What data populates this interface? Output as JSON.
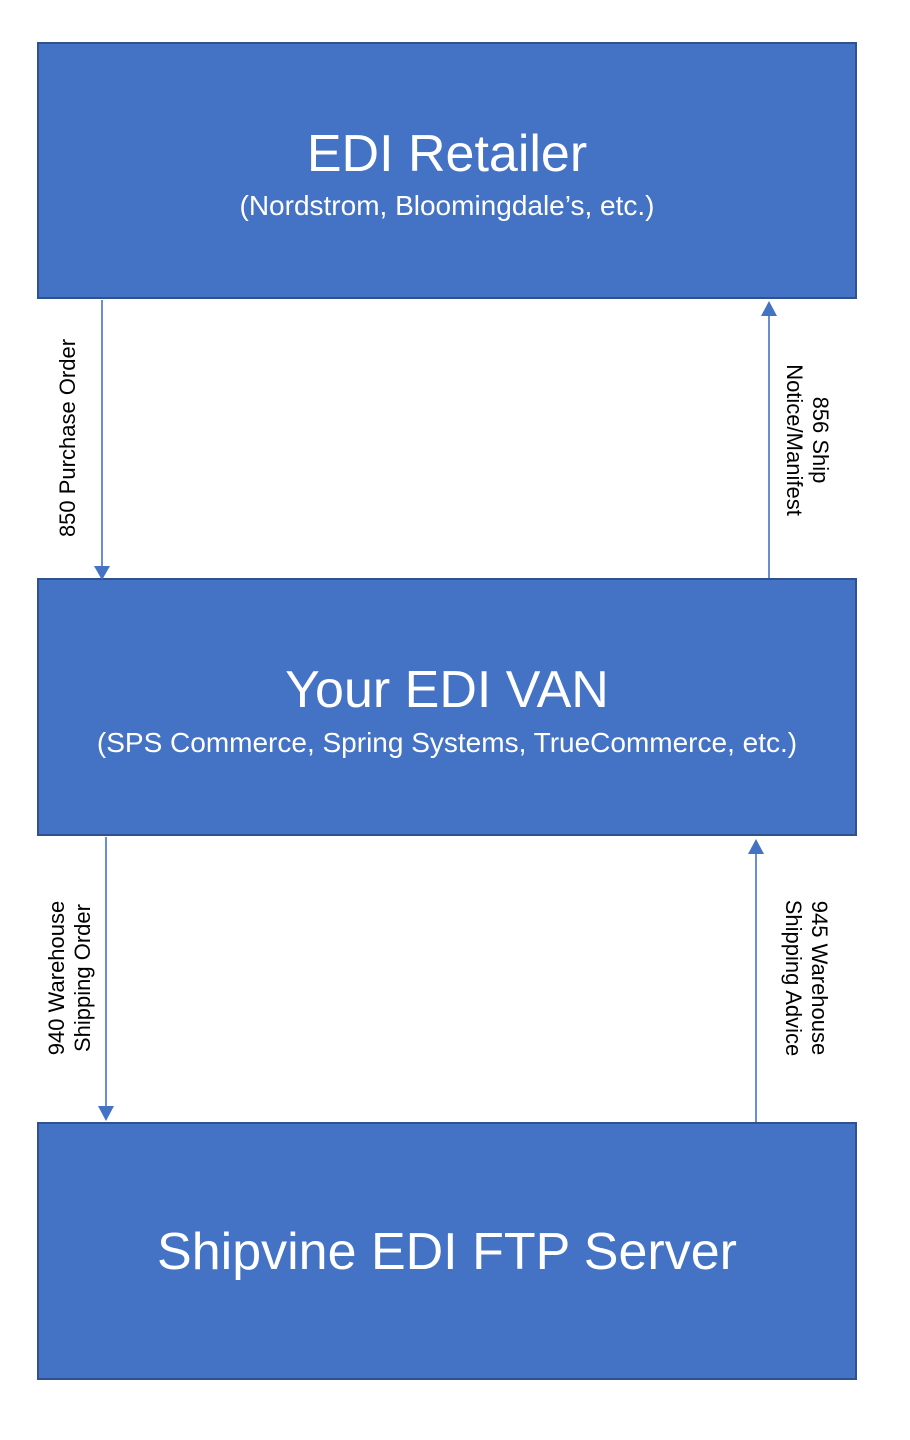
{
  "boxes": {
    "retailer": {
      "title": "EDI Retailer",
      "subtitle": "(Nordstrom, Bloomingdale’s, etc.)"
    },
    "van": {
      "title": "Your EDI VAN",
      "subtitle": "(SPS Commerce, Spring Systems, TrueCommerce, etc.)"
    },
    "ftp": {
      "title": "Shipvine EDI FTP Server"
    }
  },
  "arrows": {
    "retailer_to_van": {
      "line1": "850 Purchase Order"
    },
    "van_to_retailer": {
      "line1": "856 Ship",
      "line2": "Notice/Manifest"
    },
    "van_to_ftp": {
      "line1": "940 Warehouse",
      "line2": "Shipping Order"
    },
    "ftp_to_van": {
      "line1": "945 Warehouse",
      "line2": "Shipping Advice"
    }
  },
  "colors": {
    "box_fill": "#4472c4",
    "box_border": "#2f528f",
    "arrow": "#4472c4",
    "box_text": "#ffffff",
    "label_text": "#000000"
  }
}
